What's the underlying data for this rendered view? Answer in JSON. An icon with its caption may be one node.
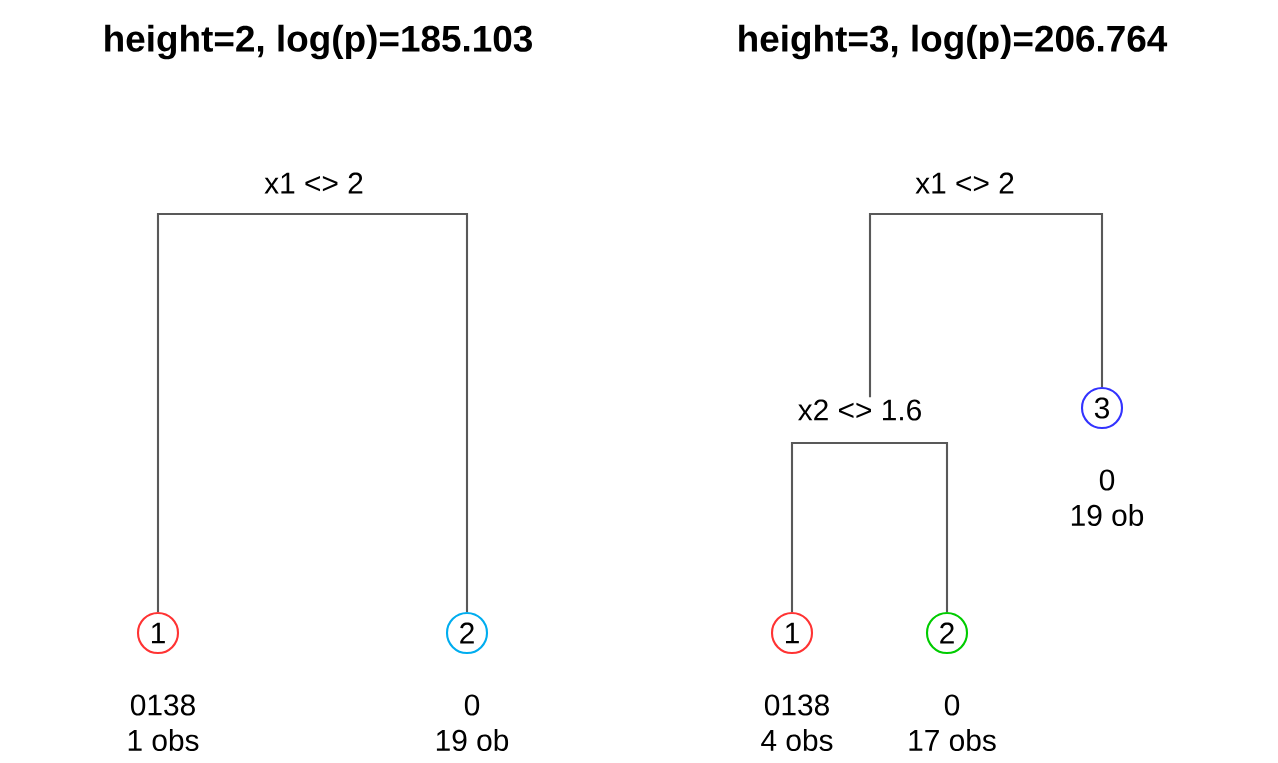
{
  "diagram": {
    "nodes": [
      {
        "text": [
          "x1 <> 2"
        ]
      },
      {
        "text": [
          "1"
        ],
        "beside": [
          "0138",
          "1 obs"
        ]
      },
      {
        "text": [
          "2"
        ],
        "beside": [
          "0",
          "19 ob"
        ]
      },
      {
        "text": [
          "x1 <> 2"
        ]
      },
      {
        "text": [
          "x2 <> 1.6"
        ]
      },
      {
        "text": [
          "3"
        ],
        "beside": [
          "0",
          "19 ob"
        ]
      },
      {
        "text": [
          "1"
        ],
        "beside": [
          "0138",
          "4 obs"
        ]
      },
      {
        "text": [
          "2"
        ],
        "beside": [
          "0",
          "17 obs"
        ]
      }
    ],
    "edges": [
      {
        "from": 0,
        "to": 1,
        "arrow": "none"
      },
      {
        "from": 0,
        "to": 2,
        "arrow": "none"
      },
      {
        "from": 3,
        "to": 4,
        "arrow": "none"
      },
      {
        "from": 3,
        "to": 5,
        "arrow": "none"
      },
      {
        "from": 4,
        "to": 6,
        "arrow": "none"
      },
      {
        "from": 4,
        "to": 7,
        "arrow": "none"
      }
    ],
    "labels": [
      "height=2, log(p)=185.103",
      "height=3, log(p)=206.764"
    ]
  }
}
